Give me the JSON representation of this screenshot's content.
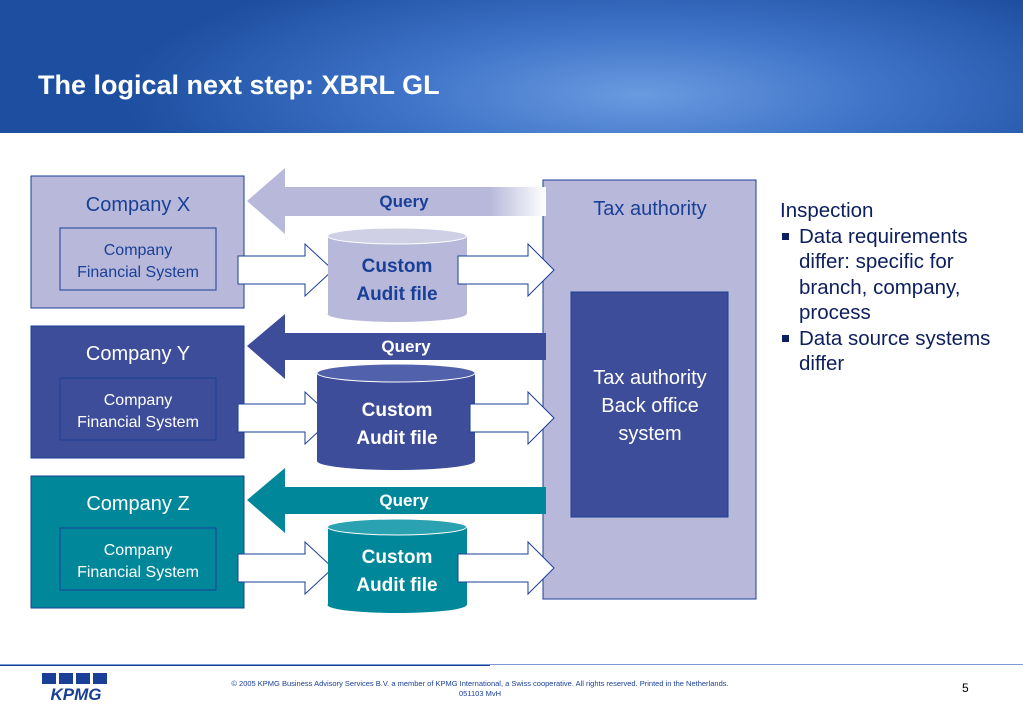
{
  "title": "The logical next step: XBRL GL",
  "companies": [
    {
      "name": "Company X",
      "system_line1": "Company",
      "system_line2": "Financial System",
      "query": "Query",
      "file_line1": "Custom",
      "file_line2": "Audit file",
      "colors": {
        "box": "#b8b9da",
        "text": "#1a3f96",
        "arrow": "#b8b9da",
        "db": "#b8b9da",
        "db_text": "#1a3f96"
      }
    },
    {
      "name": "Company Y",
      "system_line1": "Company",
      "system_line2": "Financial System",
      "query": "Query",
      "file_line1": "Custom",
      "file_line2": "Audit file",
      "colors": {
        "box": "#3e4d99",
        "text": "#ffffff",
        "arrow": "#3e4d99",
        "db": "#3e4d99",
        "db_text": "#ffffff"
      }
    },
    {
      "name": "Company Z",
      "system_line1": "Company",
      "system_line2": "Financial System",
      "query": "Query",
      "file_line1": "Custom",
      "file_line2": "Audit file",
      "colors": {
        "box": "#00889a",
        "text": "#ffffff",
        "arrow": "#00889a",
        "db": "#00889a",
        "db_text": "#ffffff"
      }
    }
  ],
  "tax_authority": {
    "label": "Tax authority",
    "backoffice_line1": "Tax authority",
    "backoffice_line2": "Back office",
    "backoffice_line3": "system"
  },
  "inspection": {
    "heading": "Inspection",
    "bullets": [
      "Data requirements differ: specific for branch, company, process",
      "Data source systems differ"
    ]
  },
  "footer": {
    "copyright": "© 2005 KPMG Business Advisory Services B.V.  a member of KPMG International, a Swiss cooperative. All rights reserved. Printed in the Netherlands.",
    "code": "051103 MvH",
    "page": "5",
    "logo_text": "KPMG"
  }
}
